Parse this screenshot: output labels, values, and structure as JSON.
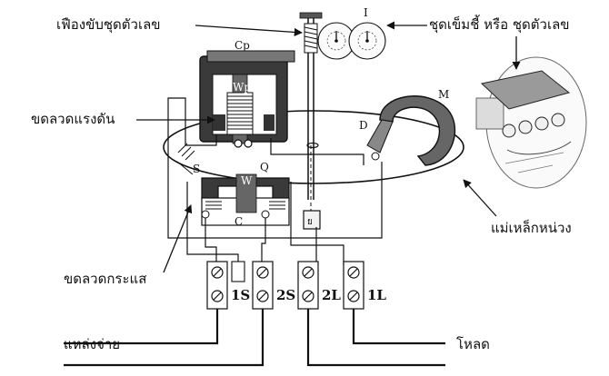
{
  "labels": {
    "gear": "เฟืองขับชุดตัวเลข",
    "pointer": "ชุดเข็มชี้ หรือ ชุดตัวเลข",
    "voltage_coil": "ขดลวดแรงดัน",
    "magnet": "แม่เหล็กหน่วง",
    "current_coil": "ขดลวดกระแส",
    "source": "แหล่งจ่าย",
    "load": "โหลด"
  },
  "symbols": {
    "cp": "Cp",
    "wp": "Wp",
    "i": "I",
    "m": "M",
    "d": "D",
    "s": "S",
    "q": "Q",
    "w": "W",
    "c": "C"
  },
  "terminals": [
    "1S",
    "2S",
    "2L",
    "1L"
  ]
}
